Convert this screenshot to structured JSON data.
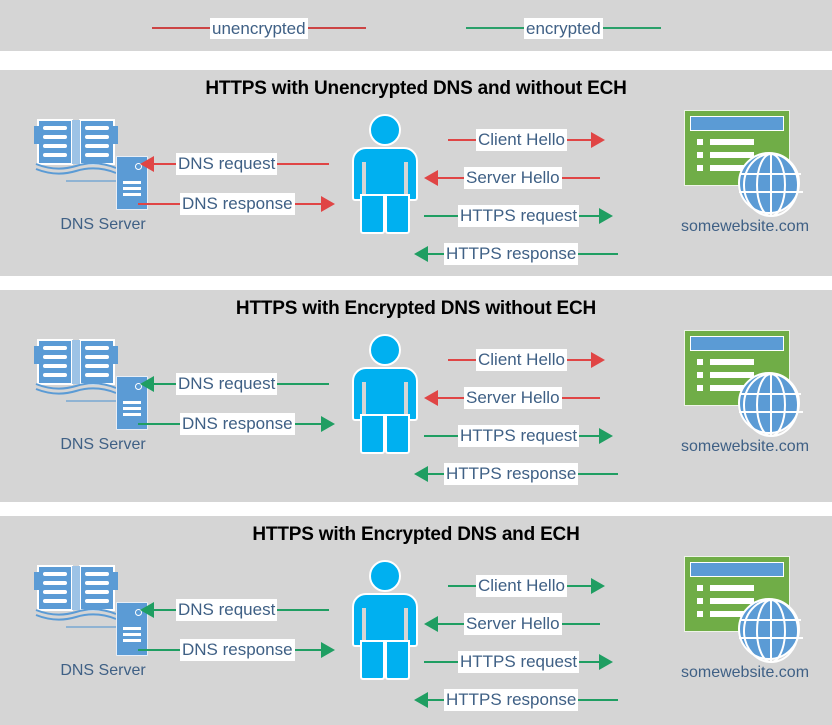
{
  "legend": {
    "items": [
      {
        "label": "unencrypted",
        "color": "#e04545",
        "name": "legend-unencrypted"
      },
      {
        "label": "encrypted",
        "color": "#1f9e62",
        "name": "legend-encrypted"
      }
    ]
  },
  "labels": {
    "dns_server": "DNS Server",
    "website": "somewebsite.com"
  },
  "colors": {
    "unencrypted": "#e04545",
    "encrypted": "#1f9e62",
    "panel_background": "#d5d5d5",
    "page_background": "#ffffff",
    "text_blue": "#3f6085",
    "person": "#00b0f0",
    "server_blue": "#5b9bd5",
    "browser_green": "#70ad47",
    "title_black": "#000000"
  },
  "panels": [
    {
      "title": "HTTPS with Unencrypted DNS and without ECH",
      "dns_label": "DNS Server",
      "site_label": "somewebsite.com",
      "flows": [
        {
          "label": "DNS request",
          "direction": "left",
          "encrypted": false,
          "side": "dns"
        },
        {
          "label": "DNS response",
          "direction": "right",
          "encrypted": false,
          "side": "dns"
        },
        {
          "label": "Client Hello",
          "direction": "right",
          "encrypted": false,
          "side": "web"
        },
        {
          "label": "Server Hello",
          "direction": "left",
          "encrypted": false,
          "side": "web"
        },
        {
          "label": "HTTPS request",
          "direction": "right",
          "encrypted": true,
          "side": "web"
        },
        {
          "label": "HTTPS response",
          "direction": "left",
          "encrypted": true,
          "side": "web"
        }
      ]
    },
    {
      "title": "HTTPS with Encrypted DNS without ECH",
      "dns_label": "DNS Server",
      "site_label": "somewebsite.com",
      "flows": [
        {
          "label": "DNS request",
          "direction": "left",
          "encrypted": true,
          "side": "dns"
        },
        {
          "label": "DNS response",
          "direction": "right",
          "encrypted": true,
          "side": "dns"
        },
        {
          "label": "Client Hello",
          "direction": "right",
          "encrypted": false,
          "side": "web"
        },
        {
          "label": "Server Hello",
          "direction": "left",
          "encrypted": false,
          "side": "web"
        },
        {
          "label": "HTTPS request",
          "direction": "right",
          "encrypted": true,
          "side": "web"
        },
        {
          "label": "HTTPS response",
          "direction": "left",
          "encrypted": true,
          "side": "web"
        }
      ]
    },
    {
      "title": "HTTPS with Encrypted DNS and ECH",
      "dns_label": "DNS Server",
      "site_label": "somewebsite.com",
      "flows": [
        {
          "label": "DNS request",
          "direction": "left",
          "encrypted": true,
          "side": "dns"
        },
        {
          "label": "DNS response",
          "direction": "right",
          "encrypted": true,
          "side": "dns"
        },
        {
          "label": "Client Hello",
          "direction": "right",
          "encrypted": true,
          "side": "web"
        },
        {
          "label": "Server Hello",
          "direction": "left",
          "encrypted": true,
          "side": "web"
        },
        {
          "label": "HTTPS request",
          "direction": "right",
          "encrypted": true,
          "side": "web"
        },
        {
          "label": "HTTPS response",
          "direction": "left",
          "encrypted": true,
          "side": "web"
        }
      ]
    }
  ],
  "icons": {
    "dns": "open-book-icon",
    "server": "server-tower-icon",
    "user": "person-icon",
    "browser": "browser-window-icon",
    "globe": "globe-icon"
  }
}
